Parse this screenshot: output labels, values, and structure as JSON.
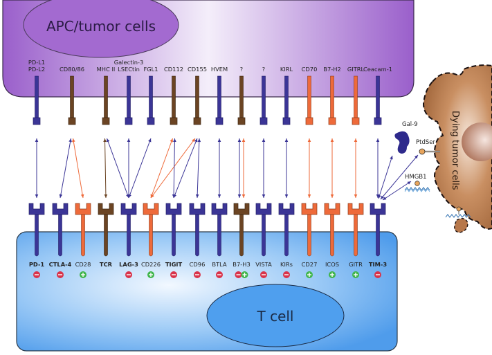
{
  "diagram": {
    "apc_label": "APC/tumor cells",
    "tcell_label": "T cell",
    "dying_label": "Dying tumor cells",
    "colors": {
      "inhibitory": "#3b3596",
      "stimulatory": "#ee6a3a",
      "neutral": "#6b4423",
      "minus_badge": "#d9334a",
      "plus_badge": "#3fb54a",
      "apc_fill": "#a86fd0",
      "tcell_fill": "#5aa6ee",
      "dying_fill": "#b7784b"
    },
    "ligands": [
      {
        "label": "PD-L1\nPD-L2",
        "color": "inhibitory"
      },
      {
        "label": "CD80/86",
        "color": "neutral"
      },
      {
        "label": "MHC II",
        "color": "neutral"
      },
      {
        "label": "Galectin-3\nLSECtin",
        "color": "inhibitory"
      },
      {
        "label": "FGL1",
        "color": "inhibitory"
      },
      {
        "label": "CD112",
        "color": "neutral"
      },
      {
        "label": "CD155",
        "color": "neutral"
      },
      {
        "label": "HVEM",
        "color": "inhibitory"
      },
      {
        "label": "?",
        "color": "neutral"
      },
      {
        "label": "?",
        "color": "inhibitory"
      },
      {
        "label": "KIRL",
        "color": "inhibitory"
      },
      {
        "label": "CD70",
        "color": "stimulatory"
      },
      {
        "label": "B7-H2",
        "color": "stimulatory"
      },
      {
        "label": "GITRL",
        "color": "stimulatory"
      },
      {
        "label": "Ceacam-1",
        "color": "inhibitory"
      }
    ],
    "receptors": [
      {
        "label": "PD-1",
        "bold": true,
        "color": "inhibitory",
        "effect": [
          "-"
        ]
      },
      {
        "label": "CTLA-4",
        "bold": true,
        "color": "inhibitory",
        "effect": [
          "-"
        ]
      },
      {
        "label": "CD28",
        "bold": false,
        "color": "stimulatory",
        "effect": [
          "+"
        ]
      },
      {
        "label": "TCR",
        "bold": true,
        "color": "neutral",
        "effect": []
      },
      {
        "label": "LAG-3",
        "bold": true,
        "color": "inhibitory",
        "effect": [
          "-"
        ]
      },
      {
        "label": "CD226",
        "bold": false,
        "color": "stimulatory",
        "effect": [
          "+"
        ]
      },
      {
        "label": "TIGIT",
        "bold": true,
        "color": "inhibitory",
        "effect": [
          "-"
        ]
      },
      {
        "label": "CD96",
        "bold": false,
        "color": "inhibitory",
        "effect": [
          "-"
        ]
      },
      {
        "label": "BTLA",
        "bold": false,
        "color": "inhibitory",
        "effect": [
          "-"
        ]
      },
      {
        "label": "B7-H3",
        "bold": false,
        "color": "neutral",
        "effect": [
          "-",
          "+"
        ]
      },
      {
        "label": "VISTA",
        "bold": false,
        "color": "inhibitory",
        "effect": [
          "-"
        ]
      },
      {
        "label": "KIRs",
        "bold": false,
        "color": "inhibitory",
        "effect": [
          "-"
        ]
      },
      {
        "label": "CD27",
        "bold": false,
        "color": "stimulatory",
        "effect": [
          "+"
        ]
      },
      {
        "label": "ICOS",
        "bold": false,
        "color": "stimulatory",
        "effect": [
          "+"
        ]
      },
      {
        "label": "GITR",
        "bold": false,
        "color": "stimulatory",
        "effect": [
          "+"
        ]
      },
      {
        "label": "TIM-3",
        "bold": true,
        "color": "inhibitory",
        "effect": [
          "-"
        ]
      }
    ],
    "interactions": [
      {
        "ligand": 0,
        "receptor": 0,
        "color": "inhibitory"
      },
      {
        "ligand": 1,
        "receptor": 1,
        "color": "inhibitory"
      },
      {
        "ligand": 1,
        "receptor": 2,
        "color": "stimulatory"
      },
      {
        "ligand": 2,
        "receptor": 3,
        "color": "neutral"
      },
      {
        "ligand": 2,
        "receptor": 4,
        "color": "inhibitory"
      },
      {
        "ligand": 3,
        "receptor": 4,
        "color": "inhibitory"
      },
      {
        "ligand": 4,
        "receptor": 4,
        "color": "inhibitory"
      },
      {
        "ligand": 5,
        "receptor": 5,
        "color": "stimulatory"
      },
      {
        "ligand": 6,
        "receptor": 5,
        "color": "stimulatory"
      },
      {
        "ligand": 5,
        "receptor": 6,
        "color": "inhibitory"
      },
      {
        "ligand": 6,
        "receptor": 6,
        "color": "inhibitory"
      },
      {
        "ligand": 6,
        "receptor": 7,
        "color": "inhibitory"
      },
      {
        "ligand": 7,
        "receptor": 8,
        "color": "inhibitory"
      },
      {
        "ligand": 8,
        "receptor": 9,
        "color": "inhibitory"
      },
      {
        "ligand": 8,
        "receptor": 9,
        "color": "stimulatory"
      },
      {
        "ligand": 9,
        "receptor": 10,
        "color": "inhibitory"
      },
      {
        "ligand": 10,
        "receptor": 11,
        "color": "inhibitory"
      },
      {
        "ligand": 11,
        "receptor": 12,
        "color": "stimulatory"
      },
      {
        "ligand": 12,
        "receptor": 13,
        "color": "stimulatory"
      },
      {
        "ligand": 13,
        "receptor": 14,
        "color": "stimulatory"
      },
      {
        "ligand": 14,
        "receptor": 15,
        "color": "inhibitory"
      }
    ],
    "tim3_partners": [
      {
        "label": "Gal-9"
      },
      {
        "label": "PtdSer"
      },
      {
        "label": "HMGB1"
      }
    ]
  }
}
